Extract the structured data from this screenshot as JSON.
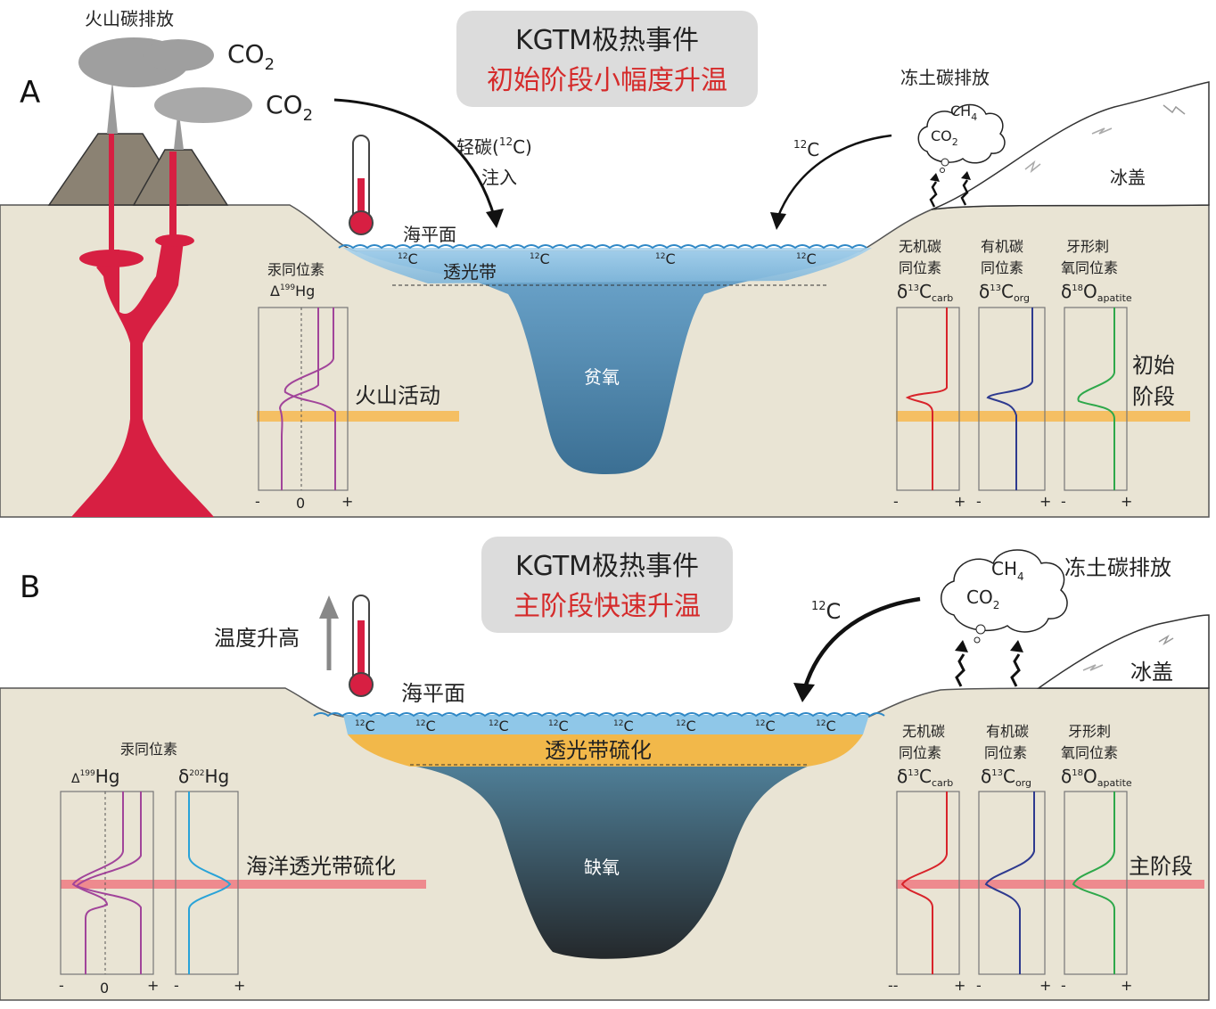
{
  "colors": {
    "land": "#e9e4d4",
    "sea_surface": "#8fc7e8",
    "sea_deep_a": "#3b6f93",
    "sea_deep_b": "#2a2f33",
    "magma": "#d71f42",
    "orange_band": "#f5bf63",
    "pink_band": "#ee8a8e",
    "euxinic": "#f2b84a",
    "curve_hg": "#a1449a",
    "curve_hg202": "#29a3d8",
    "curve_ccarb": "#d8232a",
    "curve_corg": "#2e3a8f",
    "curve_o": "#2ea84a",
    "title_box": "#dcdcdc",
    "title_red": "#d52b2b"
  },
  "panelA": {
    "letter": "A",
    "title_line1": "KGTM极热事件",
    "title_line2": "初始阶段小幅度升温",
    "volcano_label": "火山碳排放",
    "co2_1": "CO",
    "co2_1_sub": "2",
    "co2_2": "CO",
    "co2_2_sub": "2",
    "light_carbon_line1": "轻碳(",
    "light_carbon_sup": "12",
    "light_carbon_c": "C)",
    "light_carbon_line2": "注入",
    "permafrost_label": "冻土碳排放",
    "ch4": "CH",
    "ch4_sub": "4",
    "co2_cloud": "CO",
    "co2_cloud_sub": "2",
    "c12_arrow_sup": "12",
    "c12_arrow_c": "C",
    "ice_cap": "冰盖",
    "sea_level": "海平面",
    "photic_zone": "透光带",
    "c12_sea_sup": "12",
    "c12_sea_c": "C",
    "water_state": "贫氧",
    "hg_title": "汞同位素",
    "hg_delta": "Δ",
    "hg_sup": "199",
    "hg_el": "Hg",
    "volcanic_activity": "火山活动",
    "axis_minus": "-",
    "axis_zero": "0",
    "axis_plus": "+",
    "inorg_line1": "无机碳",
    "inorg_line2": "同位素",
    "inorg_d": "δ",
    "inorg_sup": "13",
    "inorg_el": "C",
    "inorg_sub": "carb",
    "org_line1": "有机碳",
    "org_line2": "同位素",
    "org_d": "δ",
    "org_sup": "13",
    "org_el": "C",
    "org_sub": "org",
    "cono_line1": "牙形刺",
    "cono_line2": "氧同位素",
    "cono_d": "δ",
    "cono_sup": "18",
    "cono_el": "O",
    "cono_sub": "apatite",
    "stage_line1": "初始",
    "stage_line2": "阶段"
  },
  "panelB": {
    "letter": "B",
    "title_line1": "KGTM极热事件",
    "title_line2": "主阶段快速升温",
    "temp_rise": "温度升高",
    "permafrost_label": "冻土碳排放",
    "ch4": "CH",
    "ch4_sub": "4",
    "co2_cloud": "CO",
    "co2_cloud_sub": "2",
    "c12_arrow_sup": "12",
    "c12_arrow_c": "C",
    "ice_cap": "冰盖",
    "sea_level": "海平面",
    "photic_euxinia": "透光带硫化",
    "c12_sea_sup": "12",
    "c12_sea_c": "C",
    "water_state": "缺氧",
    "hg_title": "汞同位素",
    "hg1_delta": "Δ",
    "hg1_sup": "199",
    "hg1_el": "Hg",
    "hg2_delta": "δ",
    "hg2_sup": "202",
    "hg2_el": "Hg",
    "ocean_euxinia": "海洋透光带硫化",
    "axis_minus": "-",
    "axis_minus2": "--",
    "axis_zero": "0",
    "axis_plus": "+",
    "inorg_line1": "无机碳",
    "inorg_line2": "同位素",
    "inorg_d": "δ",
    "inorg_sup": "13",
    "inorg_el": "C",
    "inorg_sub": "carb",
    "org_line1": "有机碳",
    "org_line2": "同位素",
    "org_d": "δ",
    "org_sup": "13",
    "org_el": "C",
    "org_sub": "org",
    "cono_line1": "牙形刺",
    "cono_line2": "氧同位素",
    "cono_d": "δ",
    "cono_sup": "18",
    "cono_el": "O",
    "cono_sub": "apatite",
    "stage": "主阶段"
  }
}
